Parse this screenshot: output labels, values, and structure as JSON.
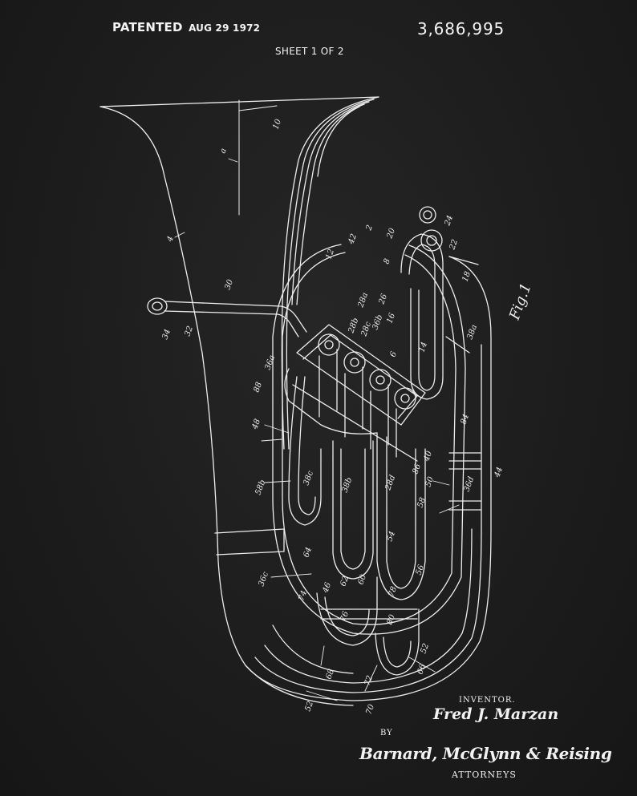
{
  "header": {
    "patented_label": "PATENTED",
    "patent_date": "AUG 29 1972",
    "patent_number": "3,686,995",
    "sheet_label": "SHEET 1 OF 2"
  },
  "drawing": {
    "figure_label": "Fig.1",
    "ref_numerals": [
      "10",
      "a",
      "4",
      "30",
      "34",
      "32",
      "12",
      "42",
      "2",
      "20",
      "8",
      "22",
      "24",
      "18",
      "26",
      "28a",
      "28b",
      "28c",
      "36b",
      "16",
      "6",
      "14",
      "38a",
      "36a",
      "88",
      "48",
      "58b",
      "38c",
      "38b",
      "28d",
      "84",
      "86",
      "40",
      "50",
      "44",
      "36d",
      "58",
      "54",
      "56",
      "36c",
      "64",
      "46",
      "62",
      "60",
      "78",
      "74",
      "76",
      "80",
      "68",
      "72",
      "70",
      "66",
      "52"
    ]
  },
  "footer": {
    "inventor_label": "INVENTOR.",
    "inventor_name": "Fred J. Marzan",
    "by_label": "BY",
    "attorney_name": "Barnard, McGlynn & Reising",
    "attorneys_label": "ATTORNEYS"
  },
  "colors": {
    "background": "#1d1d1d",
    "ink": "#f2f2f2"
  }
}
